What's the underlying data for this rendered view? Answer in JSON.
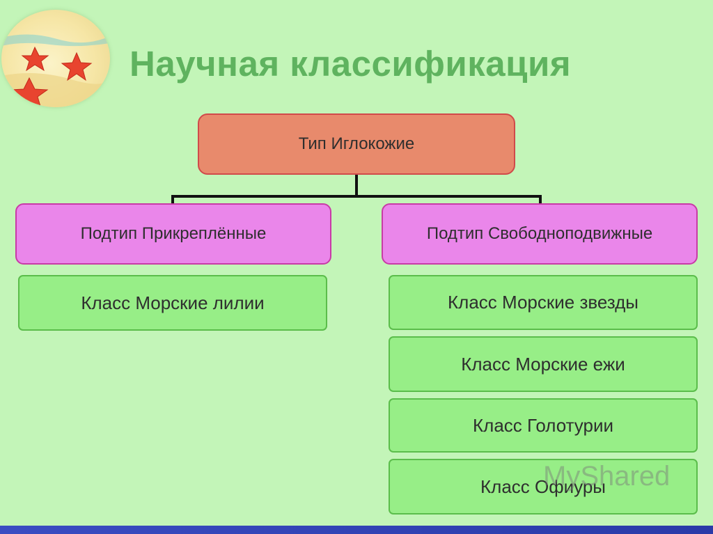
{
  "title": "Научная классификация",
  "phylum": "Тип Иглокожие",
  "subphyla": [
    {
      "name": "Подтип Прикреплённые",
      "classes": [
        "Класс Морские лилии"
      ]
    },
    {
      "name": "Подтип Свободноподвижные",
      "classes": [
        "Класс Морские звезды",
        "Класс Морские ежи",
        "Класс Голотурии",
        "Класс Офиуры"
      ]
    }
  ],
  "watermark": "MyShared",
  "colors": {
    "background": "#c3f5b8",
    "title": "#5fb35f",
    "phylum_fill": "#e88a6c",
    "subphylum_fill": "#ea86ea",
    "class_fill": "#97ee87",
    "bottom_bar": "#3a4cc2"
  },
  "icons": {
    "logo": "starfish-logo-icon"
  }
}
